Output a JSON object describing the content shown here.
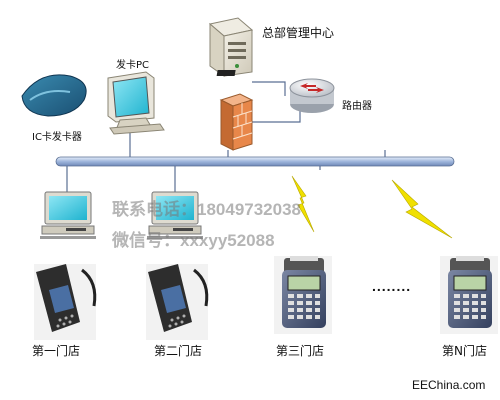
{
  "diagram": {
    "hq_label": "总部管理中心",
    "router_label": "路由器",
    "issuer_pc_label": "发卡PC",
    "card_issuer_label": "IC卡发卡器",
    "stores": [
      {
        "label": "第一门店"
      },
      {
        "label": "第二门店"
      },
      {
        "label": "第三门店"
      },
      {
        "label": "第N门店"
      }
    ],
    "ellipsis": "........"
  },
  "watermark": {
    "line1": "联系电话：18049732038",
    "line2": "微信号：xxxyy52088"
  },
  "footer": {
    "site": "EEChina.com"
  },
  "colors": {
    "bus": "#b5c8e6",
    "pc_screen": "#5fd3e6",
    "firewall": "#e8874a",
    "lightning": "#f0e000"
  }
}
